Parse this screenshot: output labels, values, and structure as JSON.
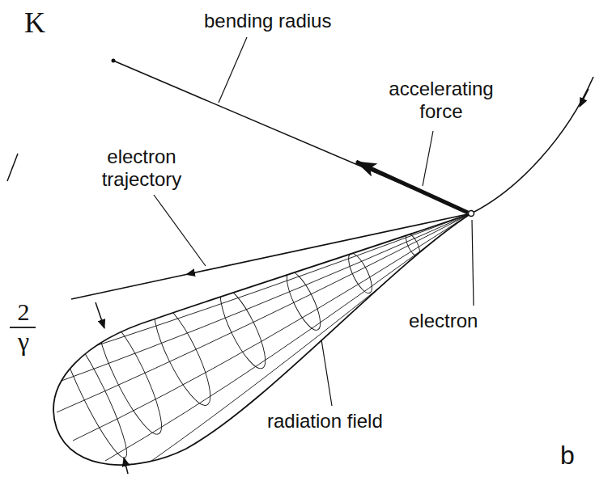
{
  "diagram": {
    "labels": [
      "K",
      "bending radius",
      "accelerating force",
      "electron trajectory",
      "2",
      "γ",
      "electron",
      "radiation field",
      "b"
    ]
  }
}
